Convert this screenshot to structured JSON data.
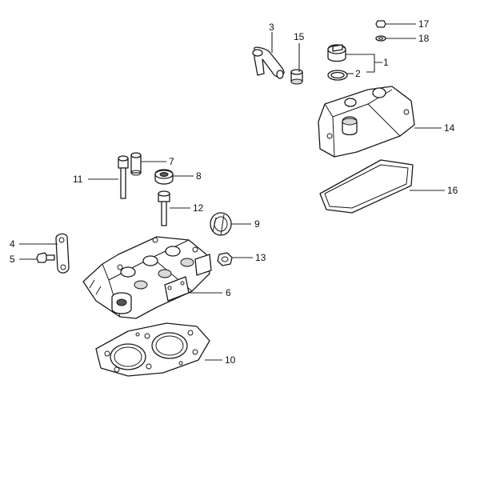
{
  "diagram": {
    "callouts": [
      {
        "number": "1"
      },
      {
        "number": "2"
      },
      {
        "number": "3"
      },
      {
        "number": "4"
      },
      {
        "number": "5"
      },
      {
        "number": "6"
      },
      {
        "number": "7"
      },
      {
        "number": "8"
      },
      {
        "number": "9"
      },
      {
        "number": "10"
      },
      {
        "number": "11"
      },
      {
        "number": "12"
      },
      {
        "number": "13"
      },
      {
        "number": "14"
      },
      {
        "number": "15"
      },
      {
        "number": "16"
      },
      {
        "number": "17"
      },
      {
        "number": "18"
      }
    ]
  }
}
